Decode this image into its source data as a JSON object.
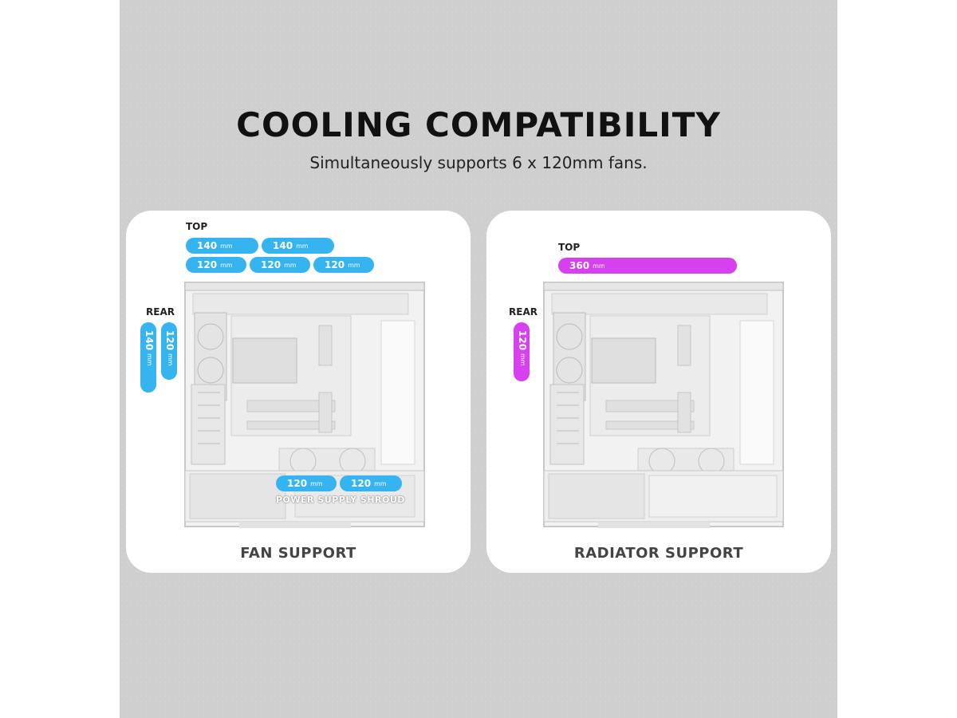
{
  "header": {
    "title": "COOLING COMPATIBILITY",
    "subtitle": "Simultaneously supports 6 x 120mm fans."
  },
  "fan_support": {
    "label": "FAN SUPPORT",
    "top_label": "TOP",
    "rear_label": "REAR",
    "shroud_label": "POWER SUPPLY SHROUD",
    "unit": "mm",
    "top_140": [
      "140",
      "140"
    ],
    "top_120": [
      "120",
      "120",
      "120"
    ],
    "rear": [
      "140",
      "120"
    ],
    "shroud": [
      "120",
      "120"
    ]
  },
  "radiator_support": {
    "label": "RADIATOR SUPPORT",
    "top_label": "TOP",
    "rear_label": "REAR",
    "unit": "mm",
    "top": "360",
    "rear": "120"
  },
  "colors": {
    "fan_pill": "#36b4f0",
    "radiator_pill": "#d640ee"
  }
}
